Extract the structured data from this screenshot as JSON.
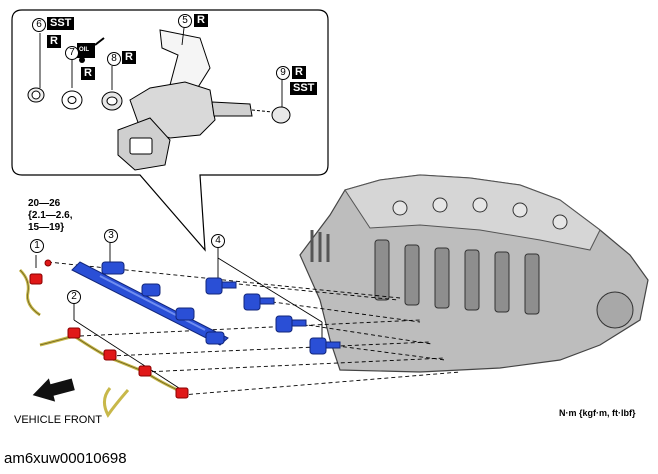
{
  "callouts": {
    "c1": "1",
    "c2": "2",
    "c3": "3",
    "c4": "4",
    "c5": "5",
    "c6": "6",
    "c7": "7",
    "c8": "8",
    "c9": "9"
  },
  "badges": {
    "sst": "SST",
    "r": "R",
    "oil": "OIL"
  },
  "torque": {
    "line1": "20—26",
    "line2": "{2.1—2.6,",
    "line3": "15—19}"
  },
  "vehicle_front": "VEHICLE FRONT",
  "units": "N·m {kgf·m, ft·lbf}",
  "figure_id": "am6xuw00010698",
  "colors": {
    "injector_blue": "#2a4fd6",
    "connector_red": "#e01818",
    "harness_yellow": "#c8b84a"
  }
}
